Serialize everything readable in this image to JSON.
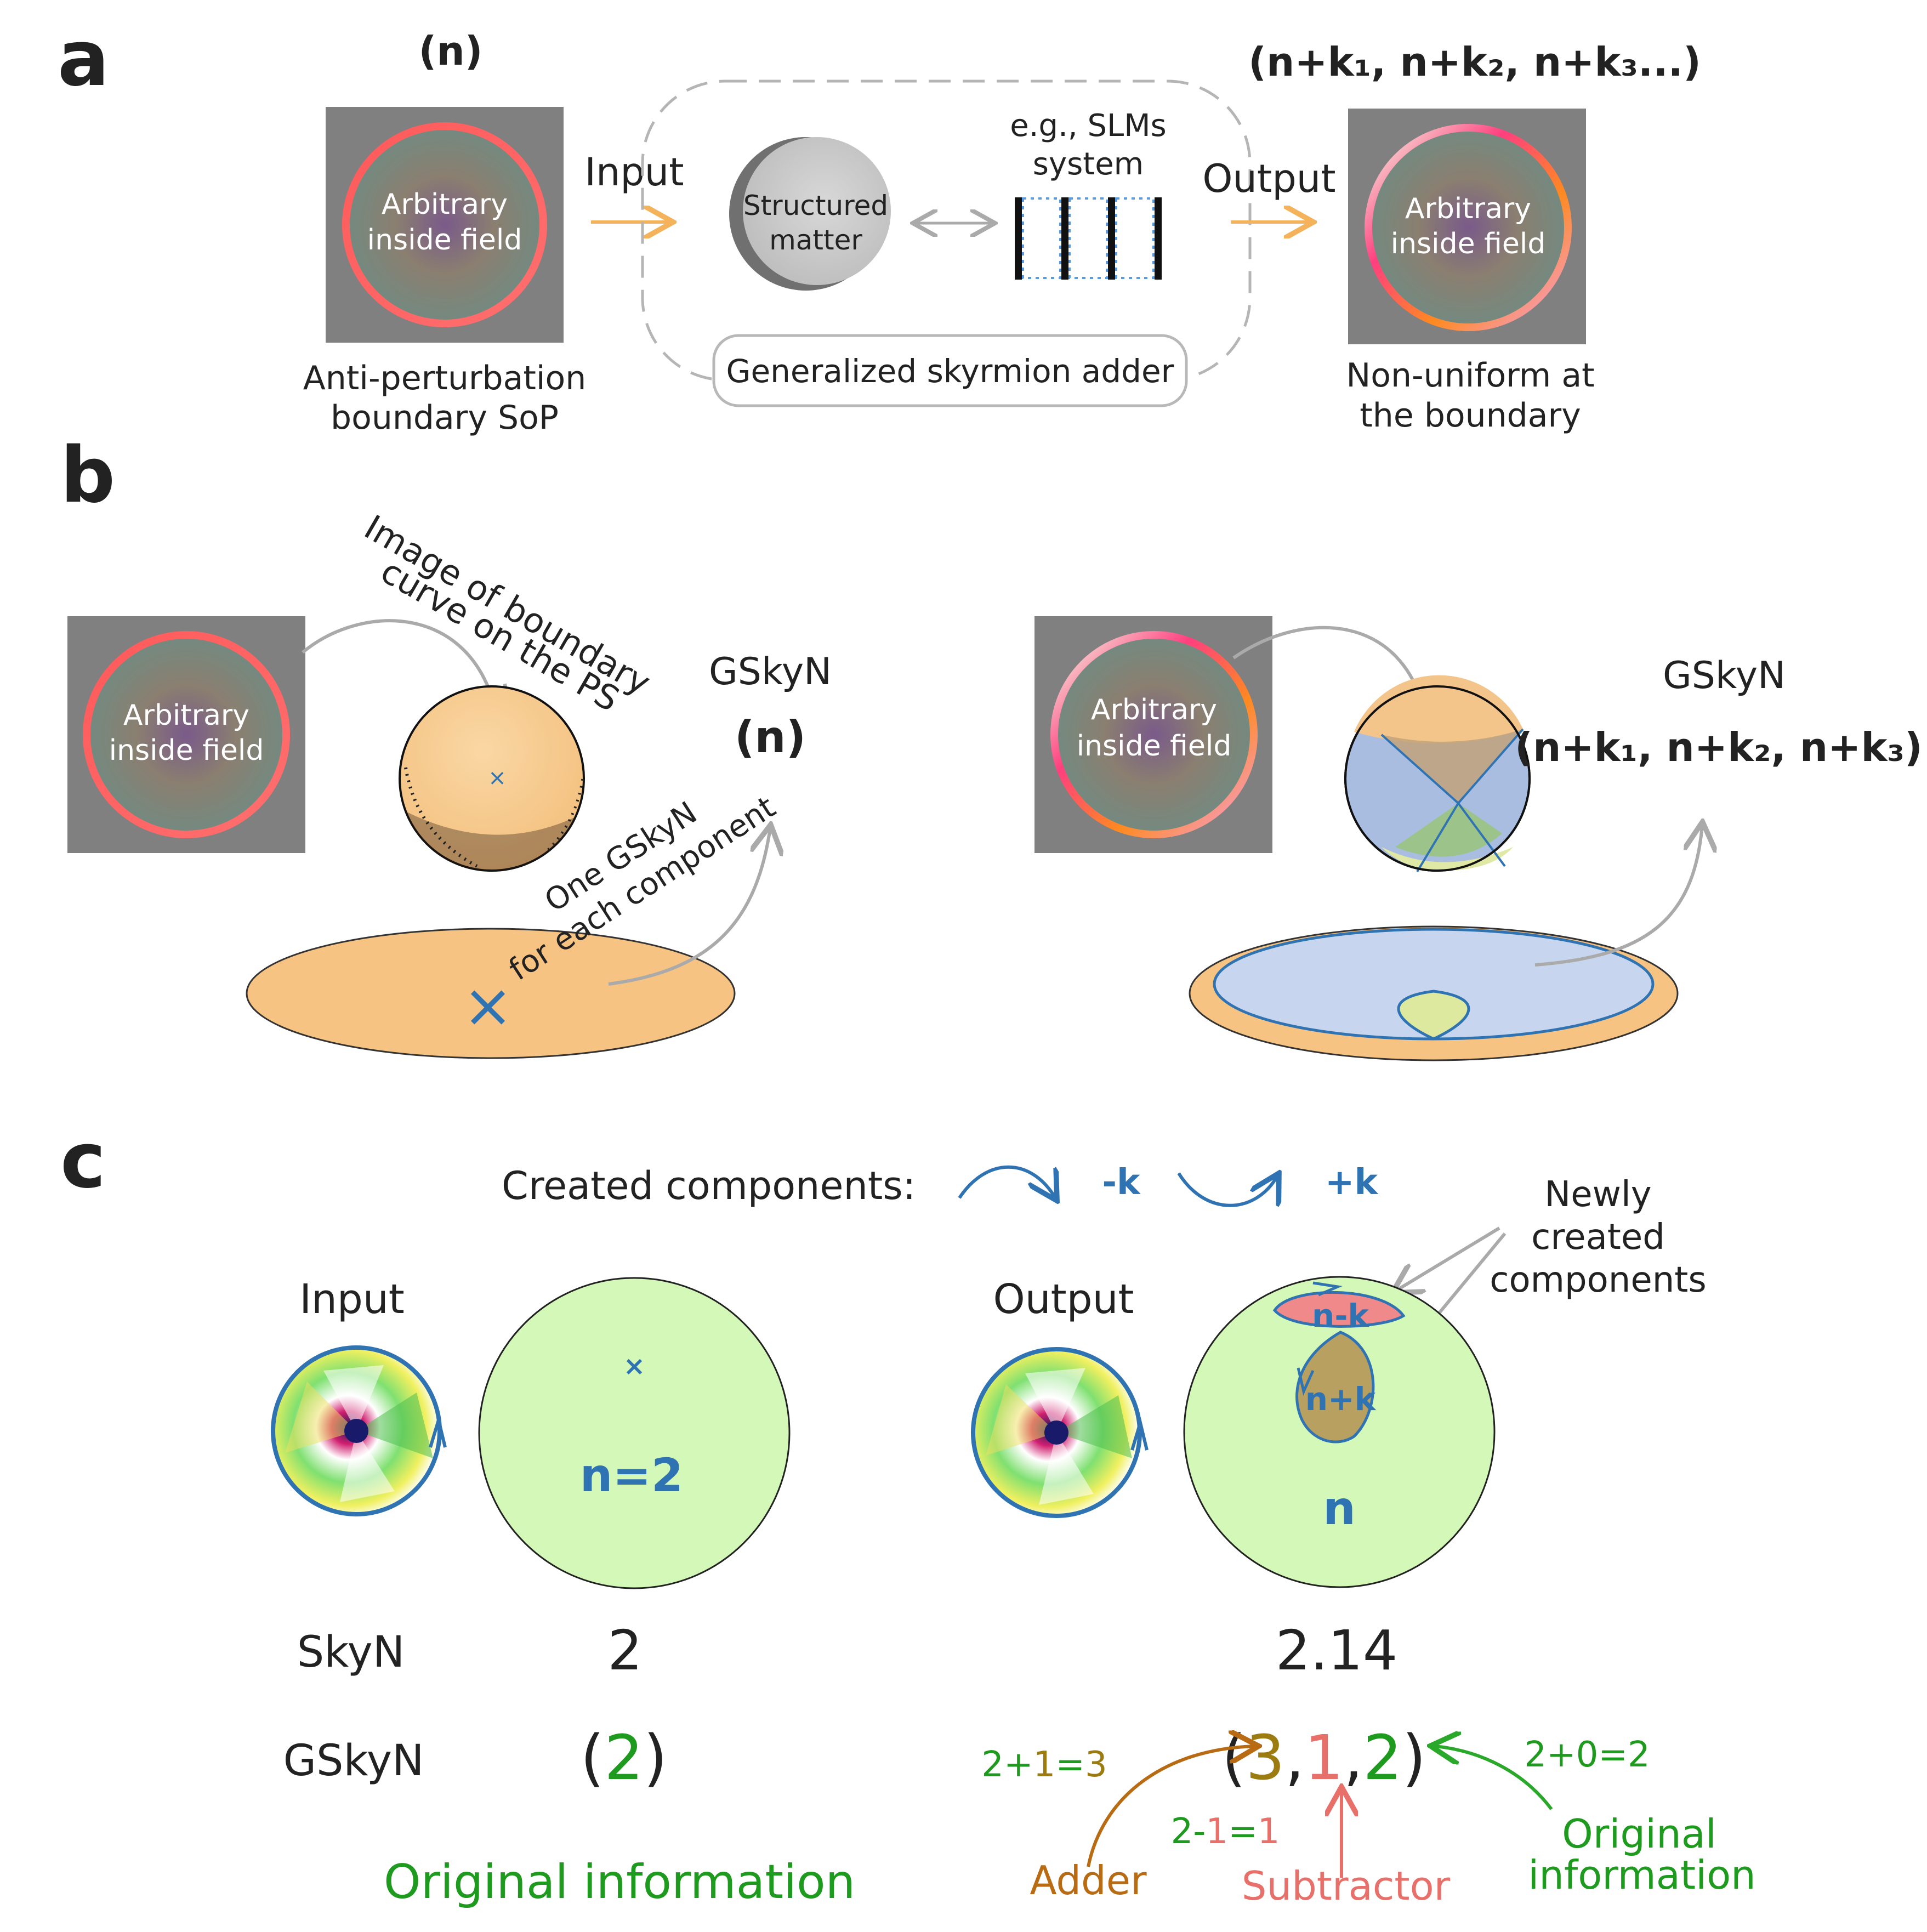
{
  "panel_a": {
    "label": "a",
    "input_index": "(n)",
    "output_index": "(n+k₁, n+k₂, n+k₃...)",
    "field_text_line1": "Arbitrary",
    "field_text_line2": "inside field",
    "input_arrow_label": "Input",
    "output_arrow_label": "Output",
    "matter_line1": "Structured",
    "matter_line2": "matter",
    "slm_line1": "e.g., SLMs",
    "slm_line2": "system",
    "adder_label": "Generalized skyrmion adder",
    "input_caption_line1": "Anti-perturbation",
    "input_caption_line2": "boundary SoP",
    "output_caption_line1": "Non-uniform at",
    "output_caption_line2": "the boundary"
  },
  "panel_b": {
    "label": "b",
    "curve_line1": "Image of boundary",
    "curve_line2": "curve on the PS",
    "gskyn_left": "GSkyN",
    "gskyn_left_value": "(n)",
    "component_line1": "One GSkyN",
    "component_line2": "for each component",
    "gskyn_right": "GSkyN",
    "gskyn_right_value": "(n+k₁, n+k₂, n+k₃)"
  },
  "panel_c": {
    "label": "c",
    "created_components": "Created components:",
    "minus_k": "-k",
    "plus_k": "+k",
    "newly_line1": "Newly",
    "newly_line2": "created",
    "newly_line3": "components",
    "input_label": "Input",
    "output_label": "Output",
    "input_n": "n=2",
    "output_n": "n",
    "region_n_minus_k": "n-k",
    "region_n_plus_k": "n+k",
    "skyn_label": "SkyN",
    "skyn_input": "2",
    "skyn_output": "2.14",
    "gskyn_label": "GSkyN",
    "gskyn_input": "2",
    "tuple_a": "3",
    "tuple_b": "1",
    "tuple_c": "2",
    "eq_adder_a": "2+",
    "eq_adder_b": "1",
    "eq_adder_c": "=",
    "eq_adder_d": "3",
    "eq_sub_a": "2-",
    "eq_sub_b": "1",
    "eq_sub_c": "=",
    "eq_sub_d": "1",
    "eq_orig": "2+0=2",
    "original_info_left": "Original information",
    "adder_word": "Adder",
    "subtractor_word": "Subtractor",
    "orig_right_line1": "Original",
    "orig_right_line2": "information"
  },
  "colors": {
    "blue": "#2f73b3",
    "green": "#1e9a1e",
    "olive": "#9c7c10",
    "salmon": "#e8706a",
    "orange": "#f4b25a",
    "brown": "#b86b12"
  }
}
